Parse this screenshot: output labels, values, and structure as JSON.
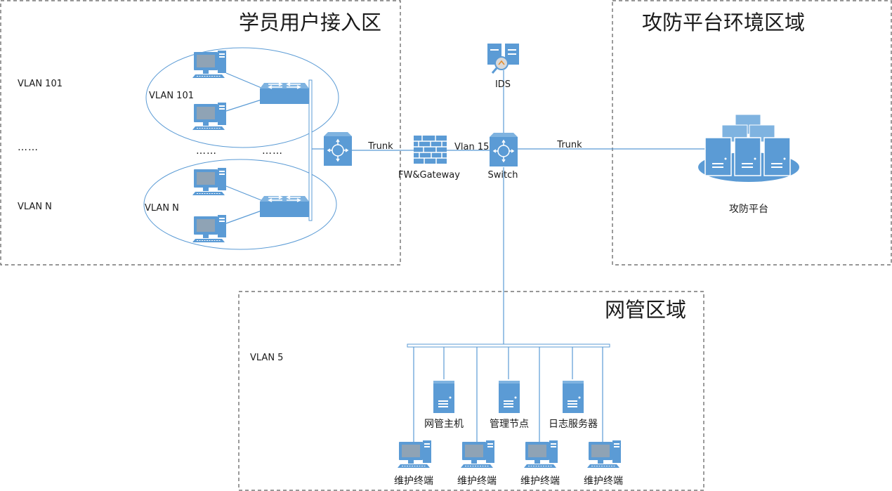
{
  "zones": {
    "student": "学员用户接入区",
    "attack": "攻防平台环境区域",
    "mgmt": "网管区域"
  },
  "labels": {
    "vlan101_left": "VLAN 101",
    "vlan101_inner": "VLAN 101",
    "vlanN_left": "VLAN N",
    "vlanN_inner": "VLAN N",
    "dots_left": "……",
    "dots_mid1": "……",
    "dots_mid2": "……",
    "trunk_left": "Trunk",
    "trunk_right": "Trunk",
    "vlan15": "Vlan 15",
    "fw": "FW&Gateway",
    "switch": "Switch",
    "ids": "IDS",
    "platform": "攻防平台",
    "vlan5": "VLAN 5",
    "srv1": "网管主机",
    "srv2": "管理节点",
    "srv3": "日志服务器",
    "term1": "维护终端",
    "term2": "维护终端",
    "term3": "维护终端",
    "term4": "维护终端"
  },
  "colors": {
    "device": "#5b9bd5",
    "device_dark": "#2e6da4",
    "line": "#5b9bd5",
    "zone_border": "#595959"
  }
}
